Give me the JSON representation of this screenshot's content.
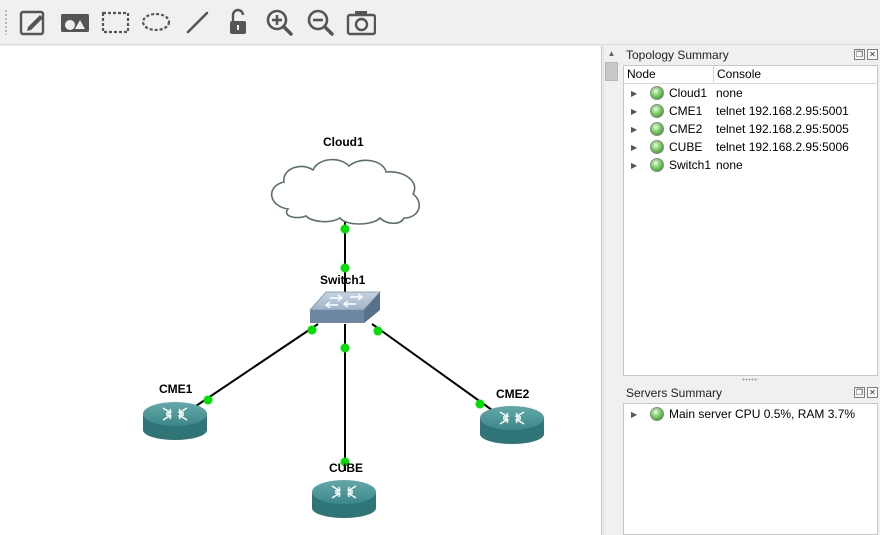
{
  "toolbar": {
    "buttons": [
      {
        "name": "add-note-button",
        "icon": "edit-note-icon"
      },
      {
        "name": "insert-picture-button",
        "icon": "picture-icon"
      },
      {
        "name": "draw-rectangle-button",
        "icon": "rectangle-icon"
      },
      {
        "name": "draw-ellipse-button",
        "icon": "ellipse-icon"
      },
      {
        "name": "draw-line-button",
        "icon": "line-icon"
      },
      {
        "name": "lock-unlock-button",
        "icon": "unlock-icon"
      },
      {
        "name": "zoom-in-button",
        "icon": "zoom-in-icon"
      },
      {
        "name": "zoom-out-button",
        "icon": "zoom-out-icon"
      },
      {
        "name": "screenshot-button",
        "icon": "camera-icon"
      }
    ]
  },
  "topology": {
    "nodes": [
      {
        "id": "cloud1",
        "label": "Cloud1",
        "type": "cloud"
      },
      {
        "id": "switch1",
        "label": "Switch1",
        "type": "switch"
      },
      {
        "id": "cme1",
        "label": "CME1",
        "type": "router"
      },
      {
        "id": "cme2",
        "label": "CME2",
        "type": "router"
      },
      {
        "id": "cube",
        "label": "CUBE",
        "type": "router"
      }
    ],
    "links": [
      {
        "from": "cloud1",
        "to": "switch1",
        "status": "up",
        "color": "#00e000"
      },
      {
        "from": "switch1",
        "to": "cme1",
        "status": "up",
        "color": "#00e000"
      },
      {
        "from": "switch1",
        "to": "cube",
        "status": "up",
        "color": "#00e000"
      },
      {
        "from": "switch1",
        "to": "cme2",
        "status": "up",
        "color": "#00e000"
      }
    ]
  },
  "topology_summary": {
    "title": "Topology Summary",
    "columns": [
      "Node",
      "Console"
    ],
    "rows": [
      {
        "node": "Cloud1",
        "console": "none",
        "status": "started"
      },
      {
        "node": "CME1",
        "console": "telnet 192.168.2.95:5001",
        "status": "started"
      },
      {
        "node": "CME2",
        "console": "telnet 192.168.2.95:5005",
        "status": "started"
      },
      {
        "node": "CUBE",
        "console": "telnet 192.168.2.95:5006",
        "status": "started"
      },
      {
        "node": "Switch1",
        "console": "none",
        "status": "started"
      }
    ]
  },
  "servers_summary": {
    "title": "Servers Summary",
    "rows": [
      {
        "text": "Main server CPU 0.5%, RAM 3.7%",
        "status": "running"
      }
    ]
  },
  "colors": {
    "link_up": "#00e000",
    "router_body": "#3f8a8c",
    "switch_body": "#8ea5bd",
    "led_green": "#4caf3a"
  }
}
